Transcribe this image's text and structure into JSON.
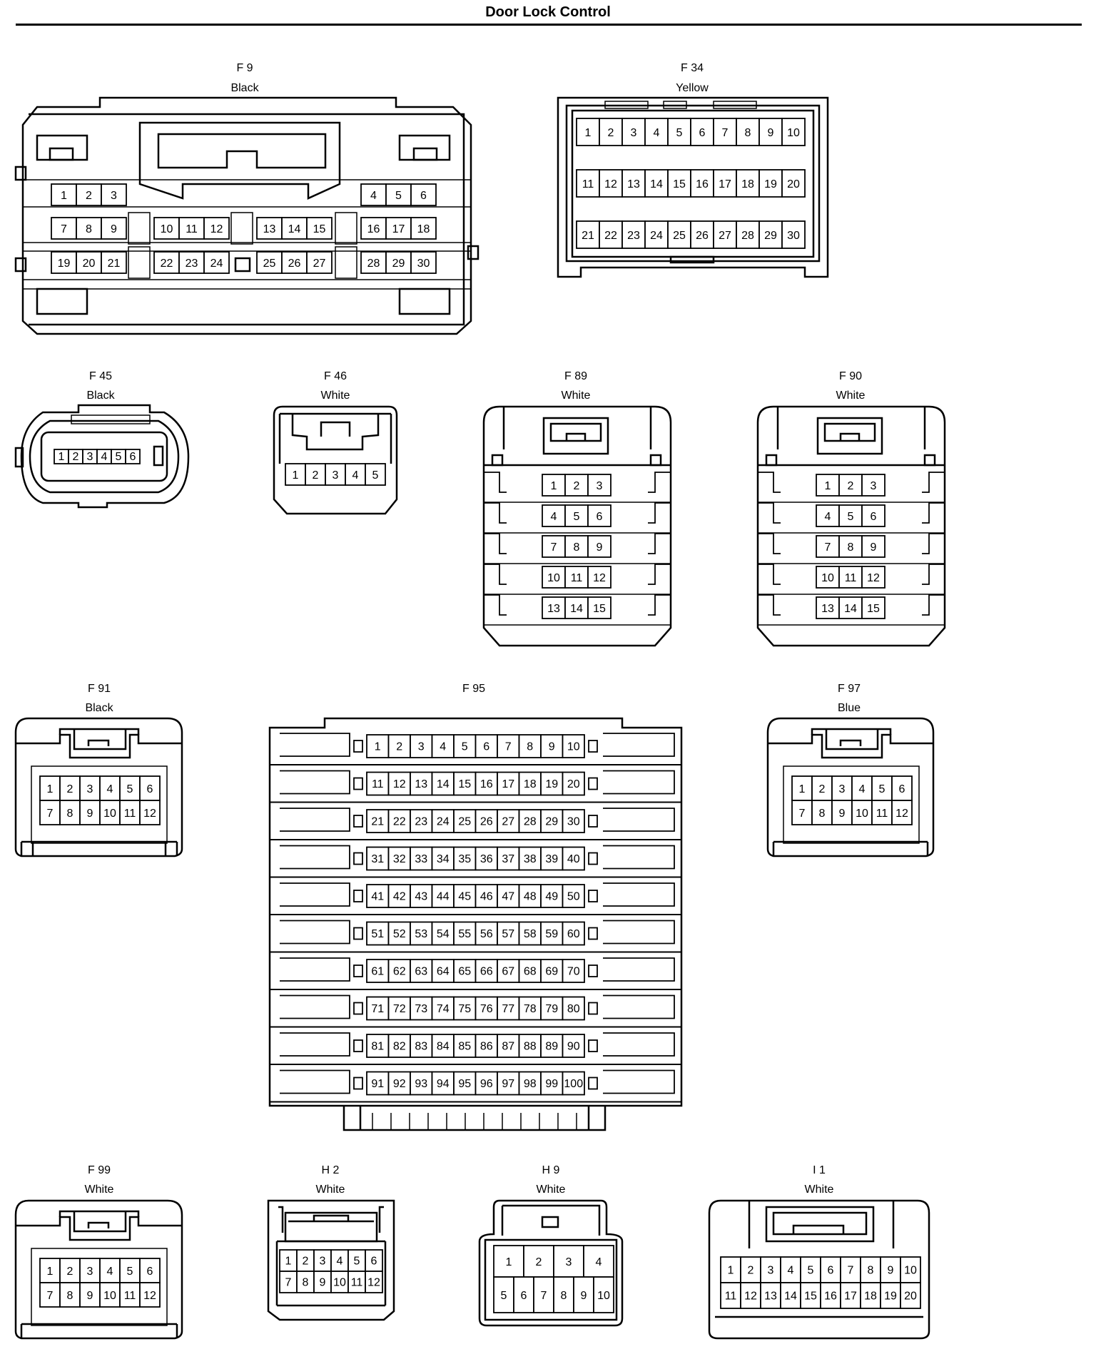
{
  "title": "Door Lock Control",
  "connectors": {
    "F9": {
      "id": "F 9",
      "color": "Black"
    },
    "F34": {
      "id": "F 34",
      "color": "Yellow"
    },
    "F45": {
      "id": "F 45",
      "color": "Black"
    },
    "F46": {
      "id": "F 46",
      "color": "White"
    },
    "F89": {
      "id": "F 89",
      "color": "White"
    },
    "F90": {
      "id": "F 90",
      "color": "White"
    },
    "F91": {
      "id": "F 91",
      "color": "Black"
    },
    "F95": {
      "id": "F 95",
      "color": ""
    },
    "F97": {
      "id": "F 97",
      "color": "Blue"
    },
    "F99": {
      "id": "F 99",
      "color": "White"
    },
    "H2": {
      "id": "H 2",
      "color": "White"
    },
    "H9": {
      "id": "H 9",
      "color": "White"
    },
    "I1": {
      "id": "I 1",
      "color": "White"
    }
  }
}
